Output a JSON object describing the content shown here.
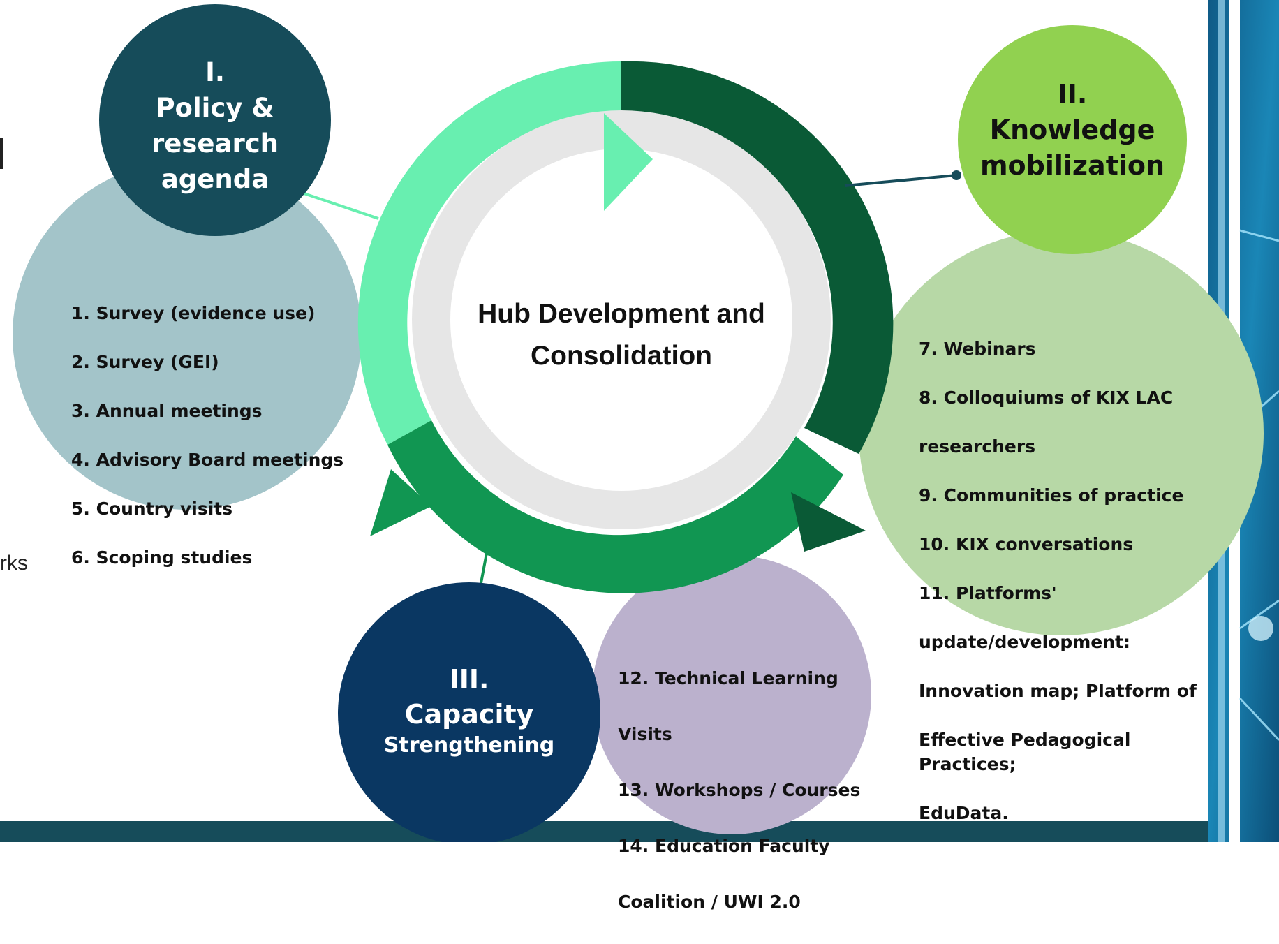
{
  "center": {
    "line1": "Hub Development and",
    "line2": "Consolidation"
  },
  "components": [
    {
      "numeral": "I.",
      "title_lines": [
        "Policy &",
        "research",
        "agenda"
      ],
      "items": [
        "1. Survey (evidence use)",
        "2. Survey (GEI)",
        "3. Annual meetings",
        "4. Advisory Board meetings",
        "5. Country visits",
        "6. Scoping studies"
      ]
    },
    {
      "numeral": "II.",
      "title_lines": [
        "Knowledge",
        "mobilization"
      ],
      "items": [
        "7. Webinars",
        "8. Colloquiums of KIX LAC",
        "researchers",
        "9. Communities of practice",
        "10. KIX conversations",
        "11. Platforms'",
        "update/development:",
        "Innovation map; Platform of",
        "Effective Pedagogical Practices;",
        "EduData."
      ]
    },
    {
      "numeral": "III.",
      "title_lines": [
        "Capacity",
        "Strengthening"
      ],
      "items": [
        "12. Technical Learning",
        "Visits",
        "13. Workshops / Courses",
        "14. Education Faculty",
        "Coalition / UWI 2.0"
      ]
    }
  ],
  "cropped_fragment": "rks",
  "colors": {
    "arc_light": "#68efb0",
    "arc_dark": "#0a5a36",
    "arc_mid": "#119652",
    "ring_grey": "#e6e6e6",
    "circle1": "#164c5a",
    "circle1_bg": "#a3c4c9",
    "circle2": "#91d150",
    "circle2_bg": "#b7d8a6",
    "circle3": "#0a3762",
    "circle3_bg": "#bbb1cd",
    "footer": "#164c5a"
  }
}
